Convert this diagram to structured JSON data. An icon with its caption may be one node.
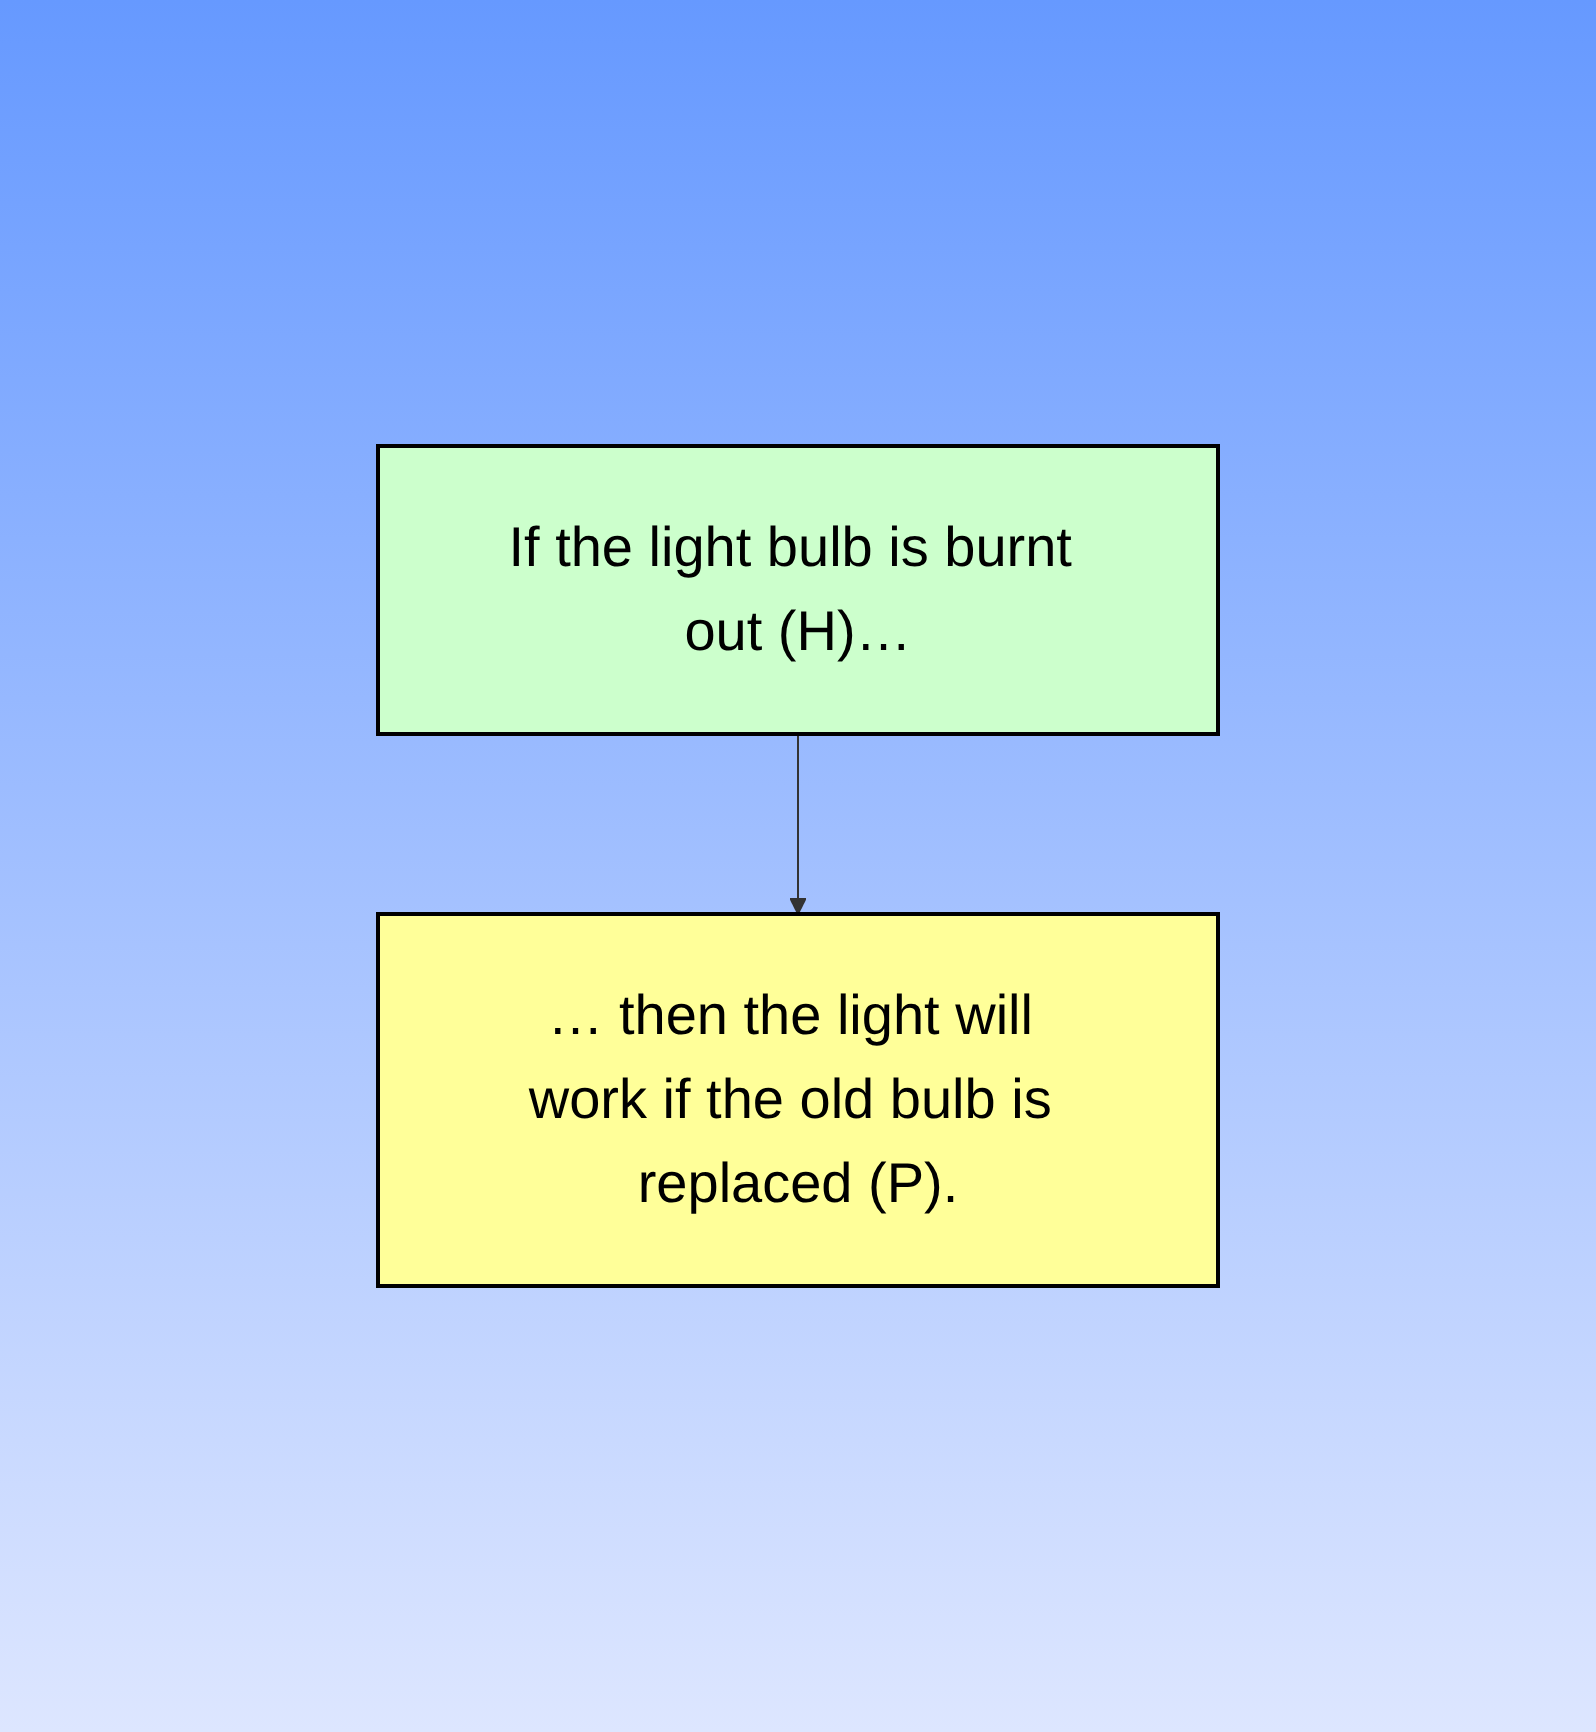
{
  "diagram": {
    "nodes": [
      {
        "text": [
          "If the light bulb is burnt out (H)…"
        ]
      },
      {
        "text": [
          "… then the light will work if the old bulb is replaced (P)."
        ]
      }
    ],
    "edges": [
      {
        "from": 0,
        "to": 1,
        "arrow": "to"
      }
    ]
  }
}
